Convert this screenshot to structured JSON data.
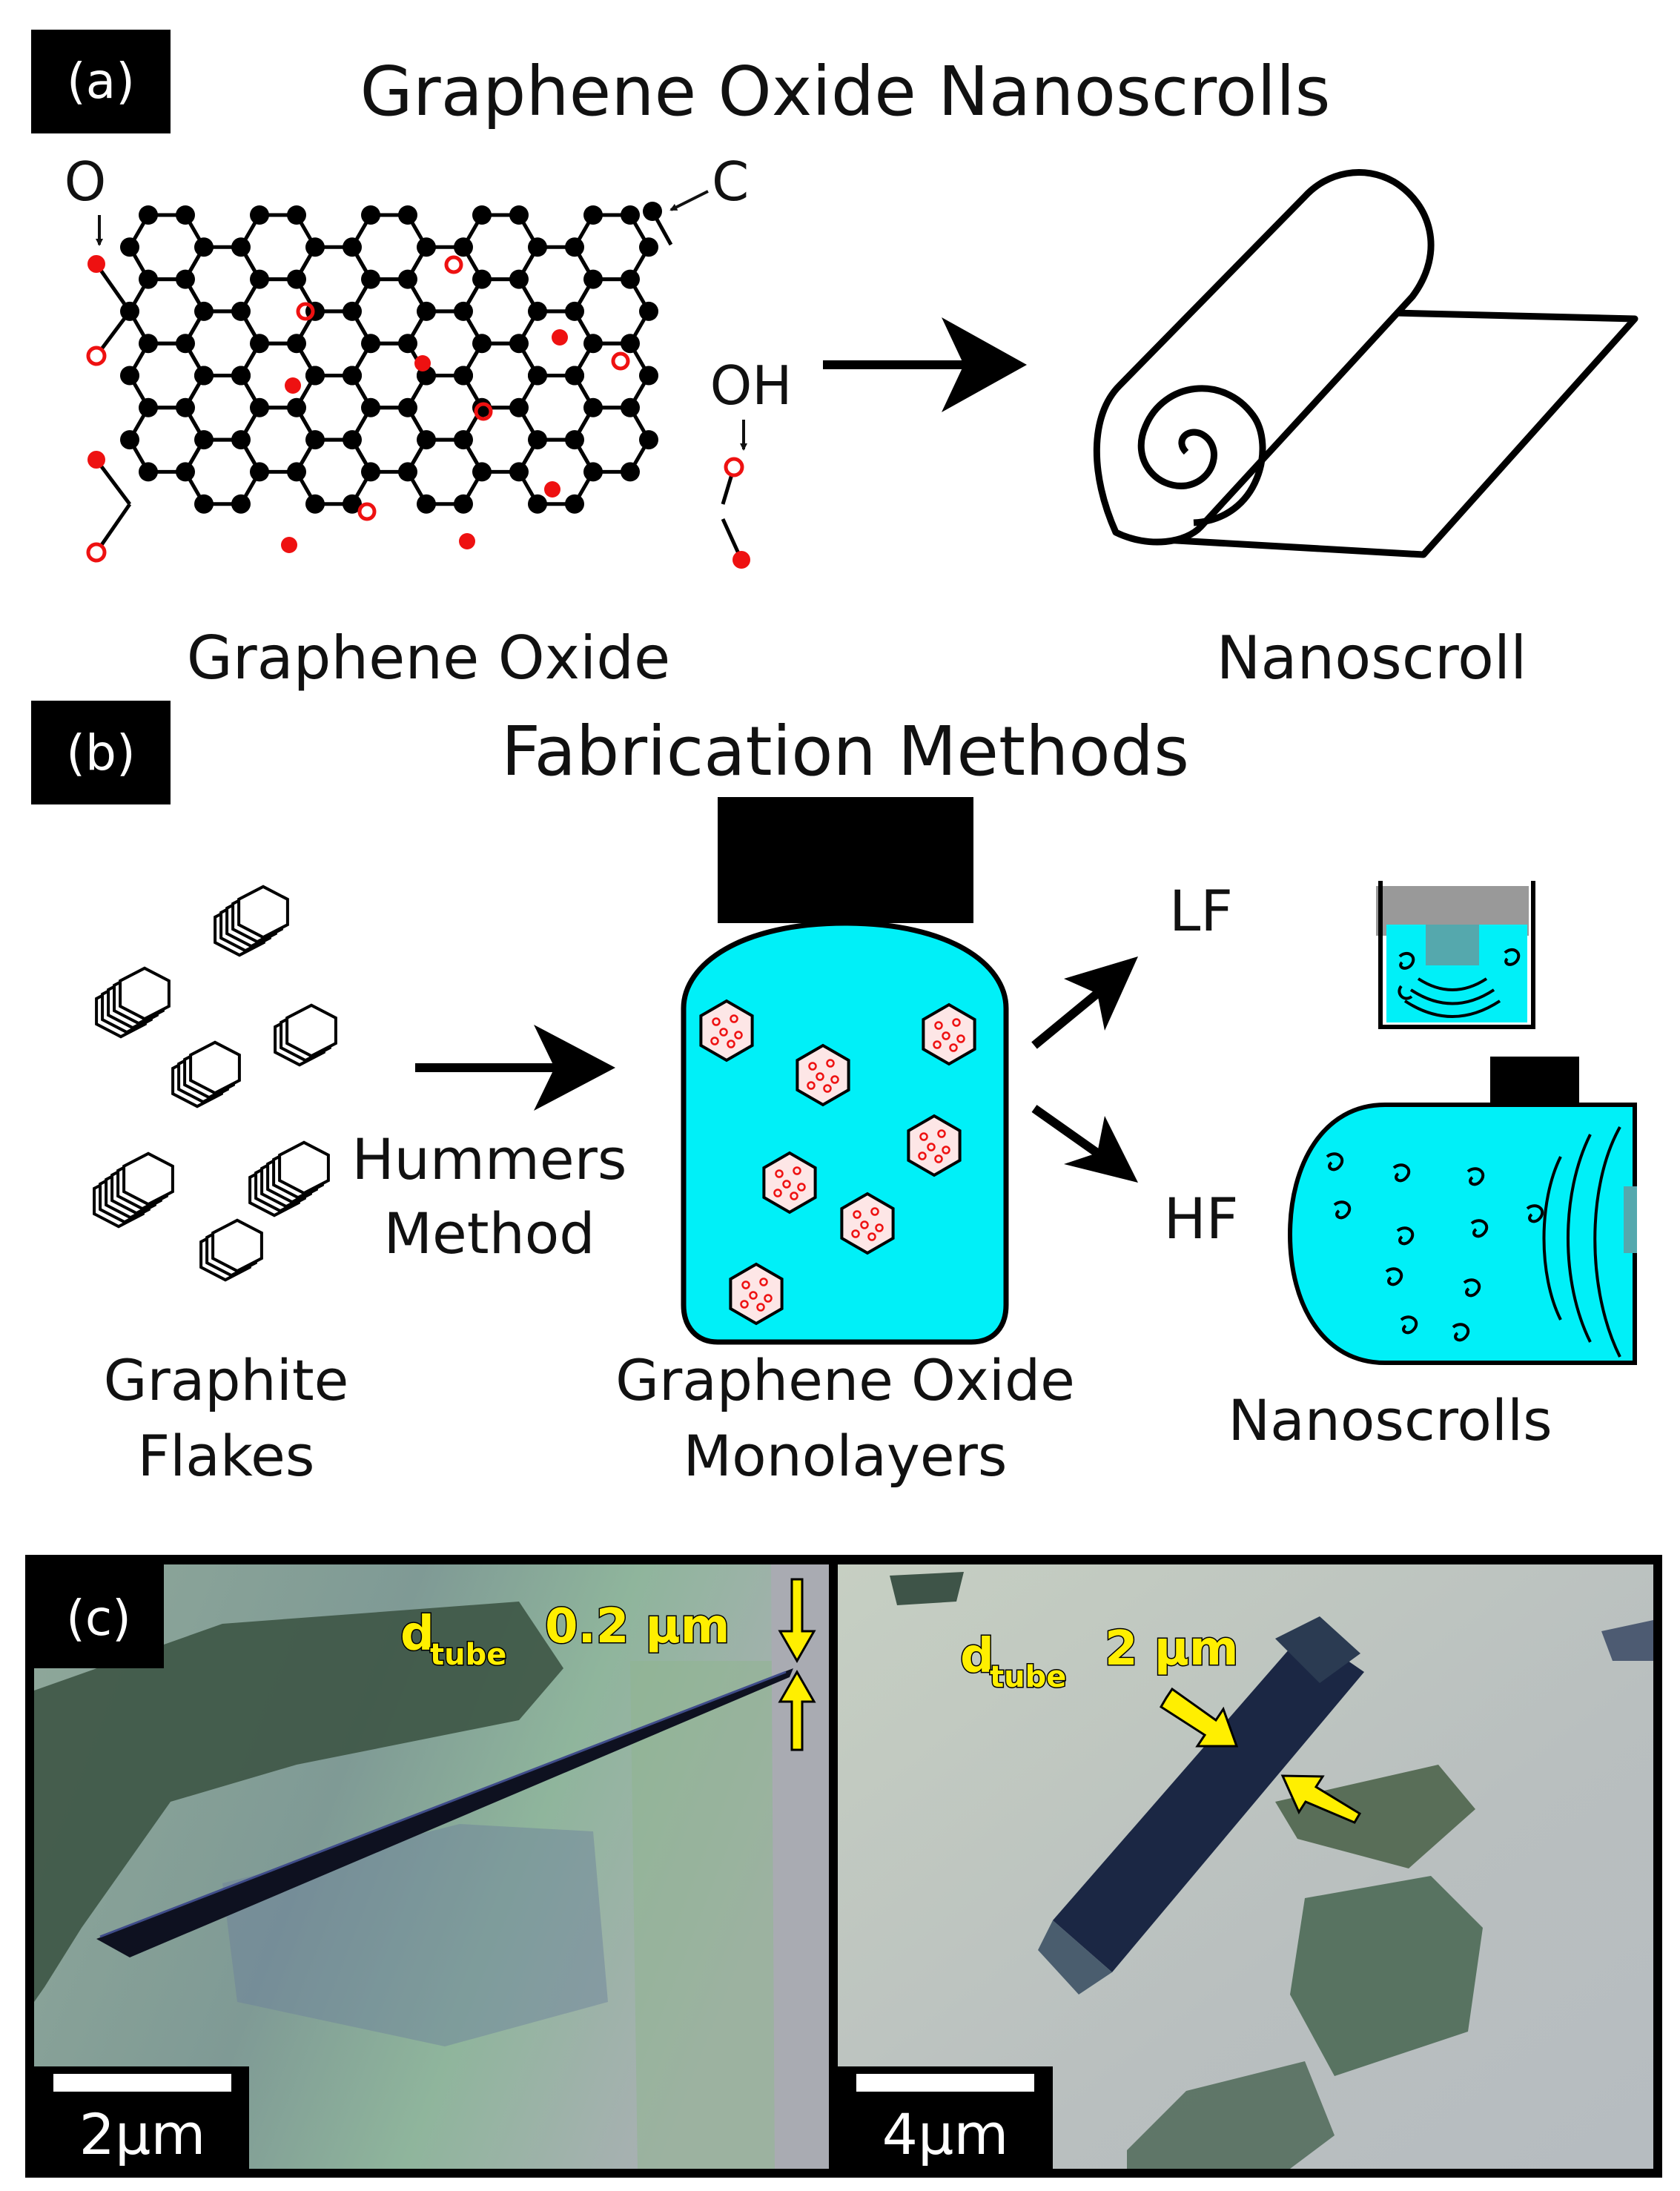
{
  "panel_a": {
    "tag": "(a)",
    "title": "Graphene Oxide Nanoscrolls",
    "label_o": "O",
    "label_c": "C",
    "label_oh": "OH",
    "caption_left": "Graphene Oxide",
    "caption_right": "Nanoscroll"
  },
  "panel_b": {
    "tag": "(b)",
    "title": "Fabrication Methods",
    "method_line1": "Hummers",
    "method_line2": "Method",
    "label_lf": "LF",
    "label_hf": "HF",
    "caption_flakes_1": "Graphite",
    "caption_flakes_2": "Flakes",
    "caption_mono_1": "Graphene Oxide",
    "caption_mono_2": "Monolayers",
    "caption_scrolls": "Nanoscrolls"
  },
  "panel_c": {
    "tag": "(c)",
    "left": {
      "d_main": "d",
      "d_sub": "tube",
      "value": "0.2 μm",
      "scalebar": "2μm"
    },
    "right": {
      "d_main": "d",
      "d_sub": "tube",
      "value": "2 μm",
      "scalebar": "4μm"
    }
  },
  "colors": {
    "liquid": "#00f0f8",
    "oxygen": "#ee1111",
    "carbon": "#000000",
    "annotation": "#ffef00"
  }
}
